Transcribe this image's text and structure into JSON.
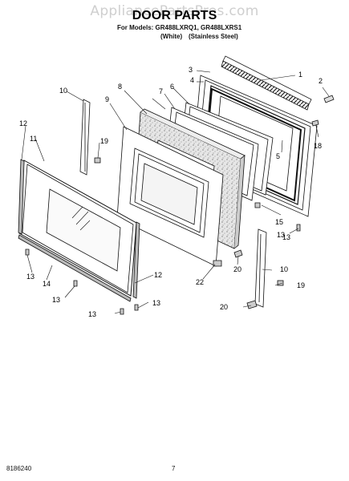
{
  "watermark": "AppliancePartsPros.com",
  "header": {
    "title": "DOOR PARTS",
    "models": "For Models: GR488LXRQ1, GR488LXRS1",
    "variant_white": "(White)",
    "variant_stainless": "(Stainless Steel)"
  },
  "footer": {
    "doc_number": "8186240",
    "page_number": "7"
  },
  "callouts": [
    "1",
    "2",
    "3",
    "4",
    "5",
    "6",
    "7",
    "8",
    "9",
    "10",
    "11",
    "12",
    "13",
    "14",
    "15",
    "18",
    "19",
    "20",
    "22",
    "13",
    "13",
    "13",
    "13",
    "12",
    "13",
    "20",
    "10",
    "19"
  ]
}
